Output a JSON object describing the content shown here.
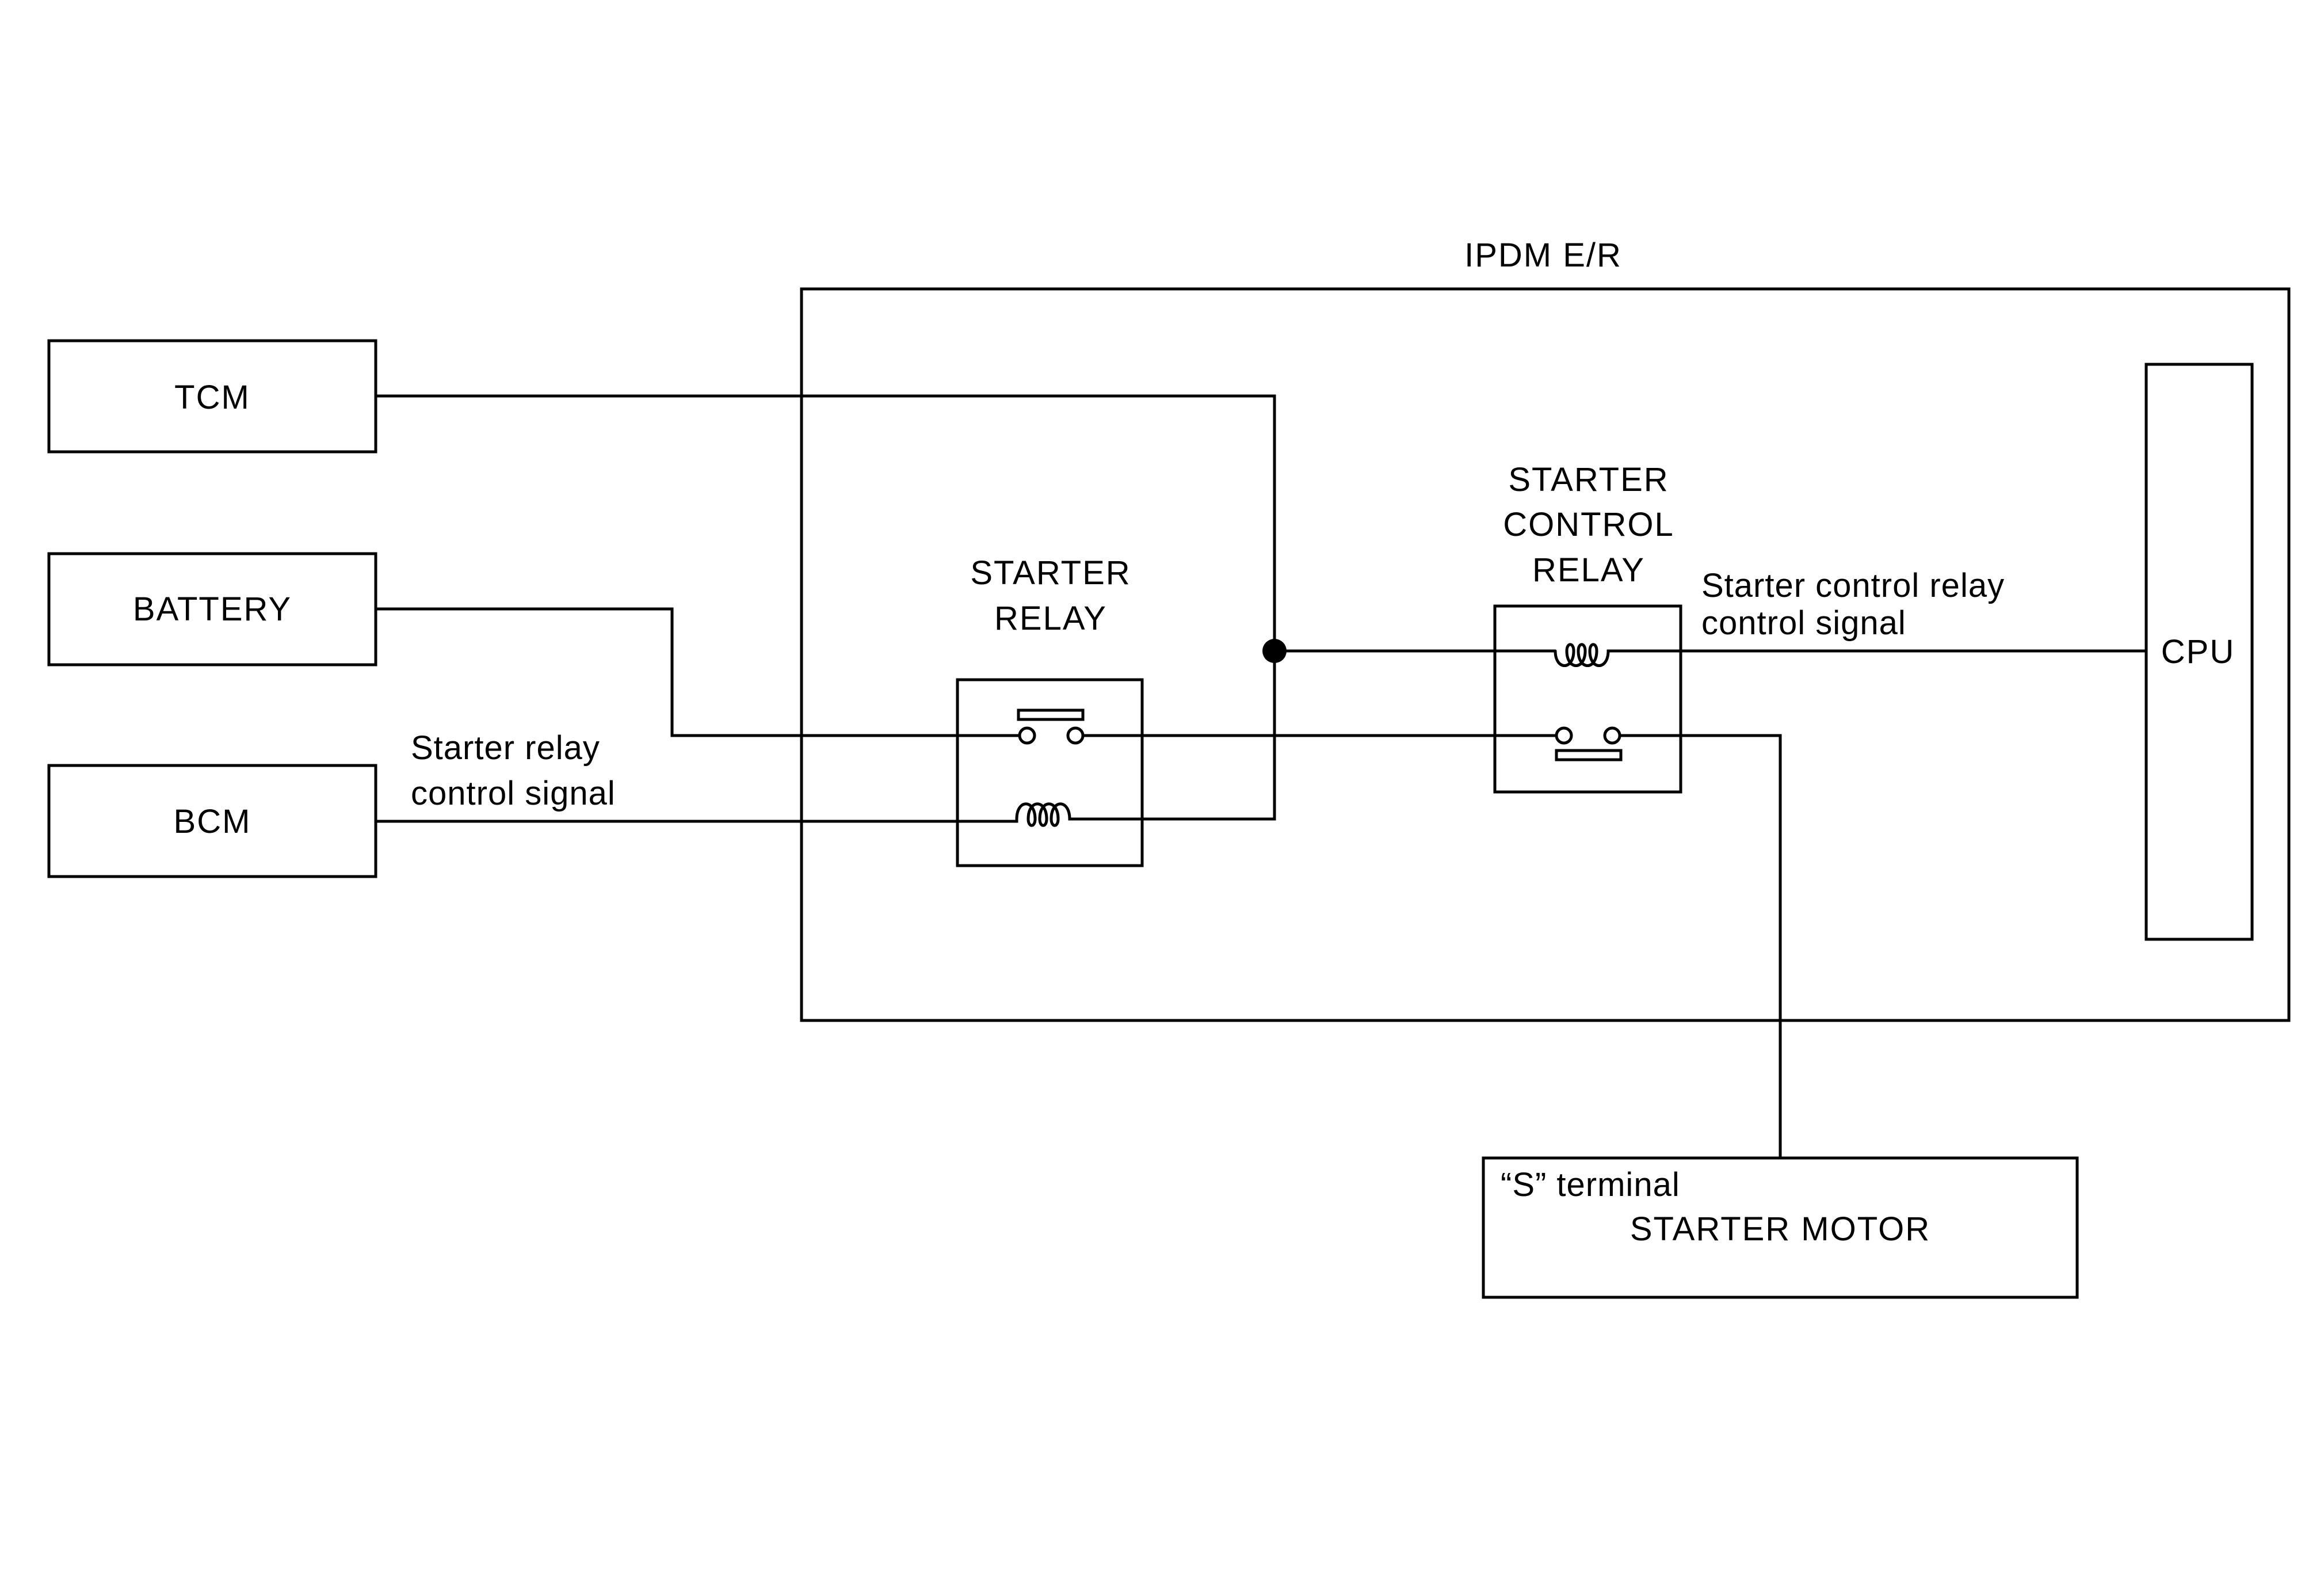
{
  "ipdm": {
    "title": "IPDM E/R"
  },
  "modules": {
    "tcm": "TCM",
    "battery": "BATTERY",
    "bcm": "BCM",
    "cpu": "CPU"
  },
  "starter_relay": {
    "line1": "STARTER",
    "line2": "RELAY"
  },
  "starter_control_relay": {
    "line1": "STARTER",
    "line2": "CONTROL",
    "line3": "RELAY"
  },
  "signals": {
    "starter_relay_control": {
      "line1": "Starter relay",
      "line2": "control signal"
    },
    "starter_control_relay_control": {
      "line1": "Starter control relay",
      "line2": "control signal"
    }
  },
  "starter_motor": {
    "terminal": "“S” terminal",
    "name": "STARTER MOTOR"
  }
}
